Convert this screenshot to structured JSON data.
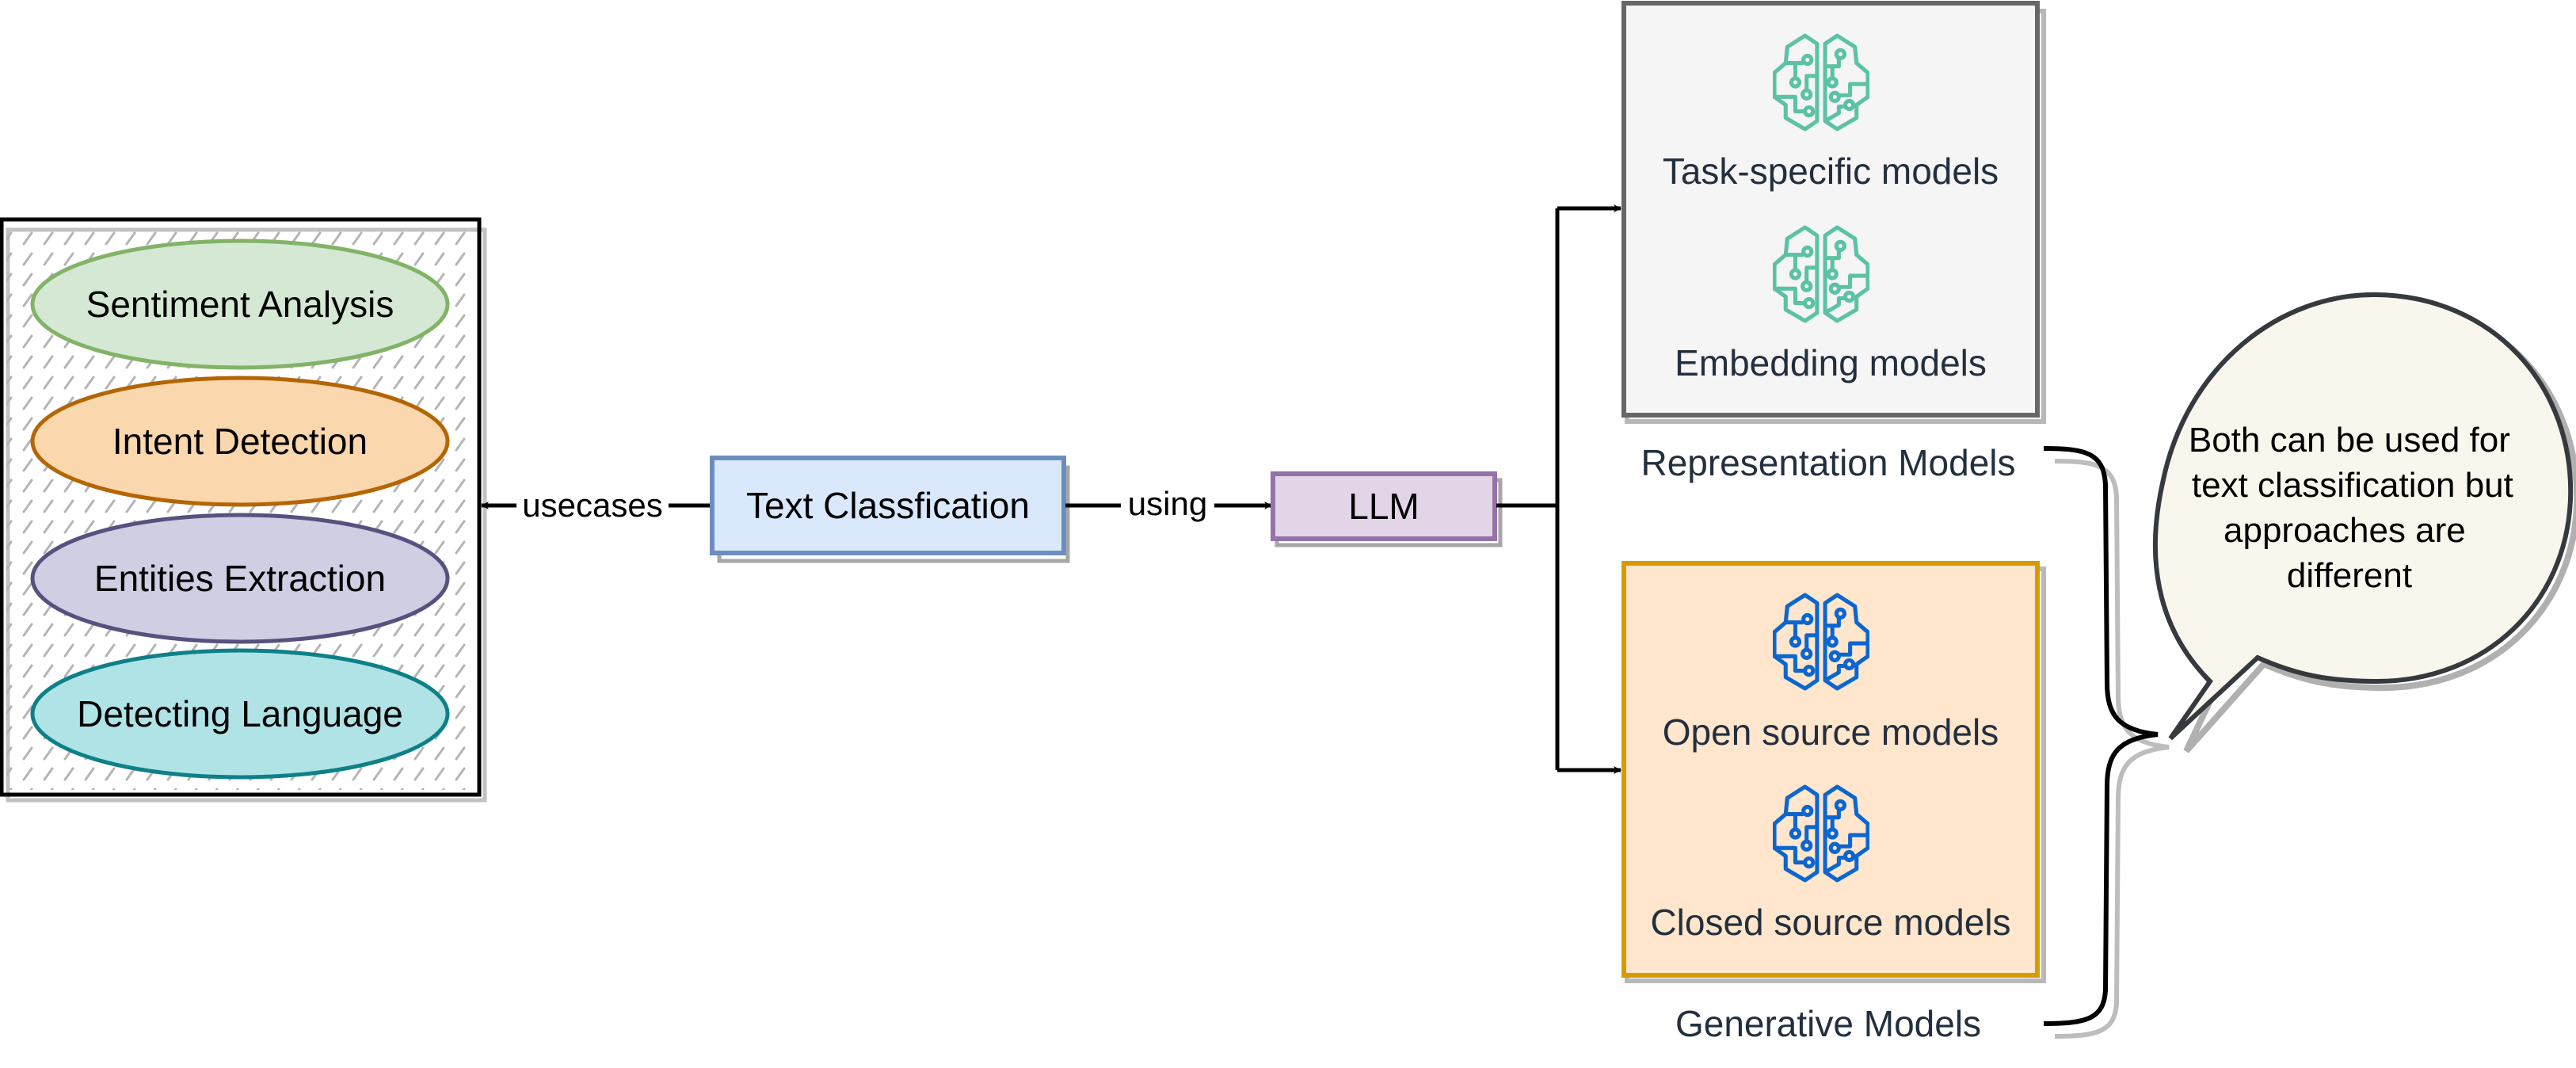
{
  "diagram": {
    "use_cases": {
      "items": [
        {
          "label": "Sentiment Analysis",
          "fill": "#d5e8d4",
          "stroke": "#82b366"
        },
        {
          "label": "Intent Detection",
          "fill": "#fad7ac",
          "stroke": "#b46504"
        },
        {
          "label": "Entities Extraction",
          "fill": "#d0cee2",
          "stroke": "#56517e"
        },
        {
          "label": "Detecting Language",
          "fill": "#b0e3e6",
          "stroke": "#0e8088"
        }
      ]
    },
    "edges": {
      "usecases_label": "usecases",
      "using_label": "using"
    },
    "text_classification": {
      "label": "Text Classfication",
      "fill": "#dae8fc",
      "stroke": "#6c8ebf"
    },
    "llm": {
      "label": "LLM",
      "fill": "#e1d5e7",
      "stroke": "#9673a6"
    },
    "representation_group": {
      "title": "Representation Models",
      "fill": "#f5f5f5",
      "stroke": "#666666",
      "icon_color": "#5bc2a5",
      "models": [
        {
          "label": "Task-specific models",
          "icon": "ai-brain-icon"
        },
        {
          "label": "Embedding models",
          "icon": "ai-brain-icon"
        }
      ]
    },
    "generative_group": {
      "title": "Generative Models",
      "fill": "#ffe6cc",
      "stroke": "#d79b00",
      "icon_color": "#0b66d0",
      "models": [
        {
          "label": "Open source models",
          "icon": "ai-brain-icon"
        },
        {
          "label": "Closed source models",
          "icon": "ai-brain-icon"
        }
      ]
    },
    "callout": {
      "lines": [
        "Both can be used for",
        "text classification but",
        "approaches are",
        "different"
      ],
      "fill": "#f9f7ed",
      "stroke": "#36393d"
    }
  }
}
